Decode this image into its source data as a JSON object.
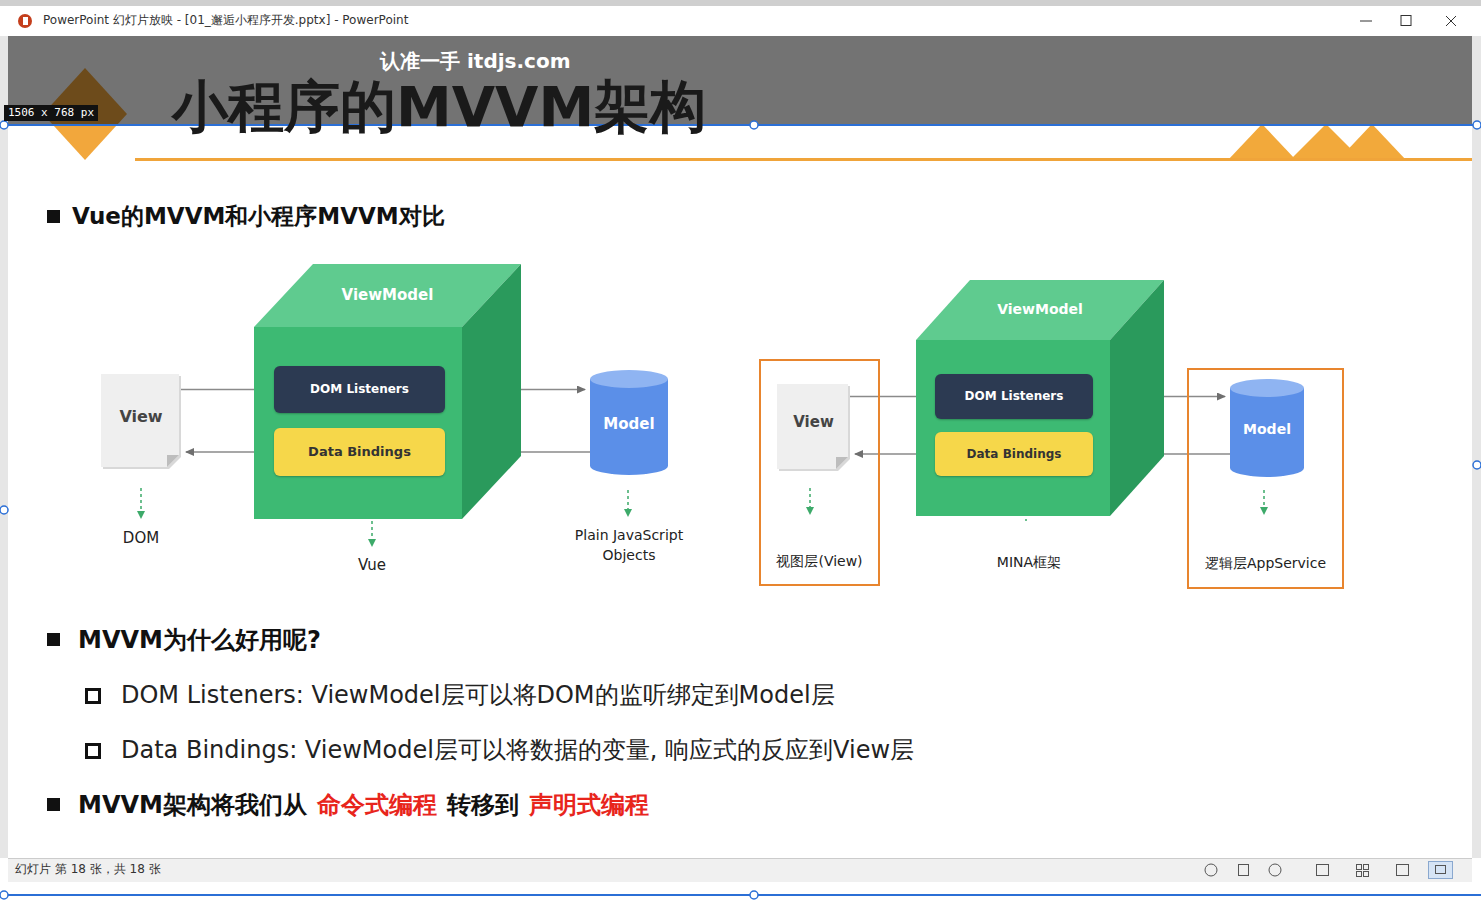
{
  "diagram": {
    "title": "小程序的MVVM架构",
    "nodes": [
      {
        "text": [
          "View"
        ]
      },
      {
        "text": [
          "ViewModel"
        ]
      },
      {
        "text": [
          "DOM Listeners"
        ],
        "in": 1
      },
      {
        "text": [
          "Data Bindings"
        ],
        "in": 1
      },
      {
        "text": [
          "Model"
        ]
      },
      {
        "text": [
          "视图层(View)"
        ]
      },
      {
        "text": [
          "View"
        ],
        "in": 5
      },
      {
        "text": [
          "ViewModel"
        ]
      },
      {
        "text": [
          "DOM Listeners"
        ],
        "in": 7
      },
      {
        "text": [
          "Data Bindings"
        ],
        "in": 7
      },
      {
        "text": [
          "逻辑层AppService"
        ]
      },
      {
        "text": [
          "Model"
        ],
        "in": 10
      }
    ],
    "edges": [
      {
        "from": 0,
        "to": 2,
        "arrow": "none"
      },
      {
        "from": 2,
        "to": 4,
        "arrow": "to"
      },
      {
        "from": 4,
        "to": 3,
        "arrow": "none"
      },
      {
        "from": 3,
        "to": 0,
        "arrow": "to"
      },
      {
        "from": 6,
        "to": 8,
        "arrow": "none"
      },
      {
        "from": 8,
        "to": 11,
        "arrow": "to"
      },
      {
        "from": 11,
        "to": 9,
        "arrow": "none"
      },
      {
        "from": 9,
        "to": 6,
        "arrow": "to"
      }
    ],
    "labels": [
      "PowerPoint 幻灯片放映 - [01_邂逅小程序开发.pptx] - PowerPoint",
      "认准一手 itdjs.com",
      "1506 x 768 px",
      "Vue的MVVM和小程序MVVM对比",
      "DOM",
      "Vue",
      "Plain JavaScript Objects",
      "MINA框架",
      "MVVM为什么好用呢?",
      "DOM Listeners: ViewModel层可以将DOM的监听绑定到Model层",
      "Data Bindings: ViewModel层可以将数据的变量, 响应式的反应到View层",
      "MVVM架构将我们从",
      "命令式编程",
      "转移到",
      "声明式编程",
      "幻灯片 第 18 张，共 18 张"
    ]
  }
}
